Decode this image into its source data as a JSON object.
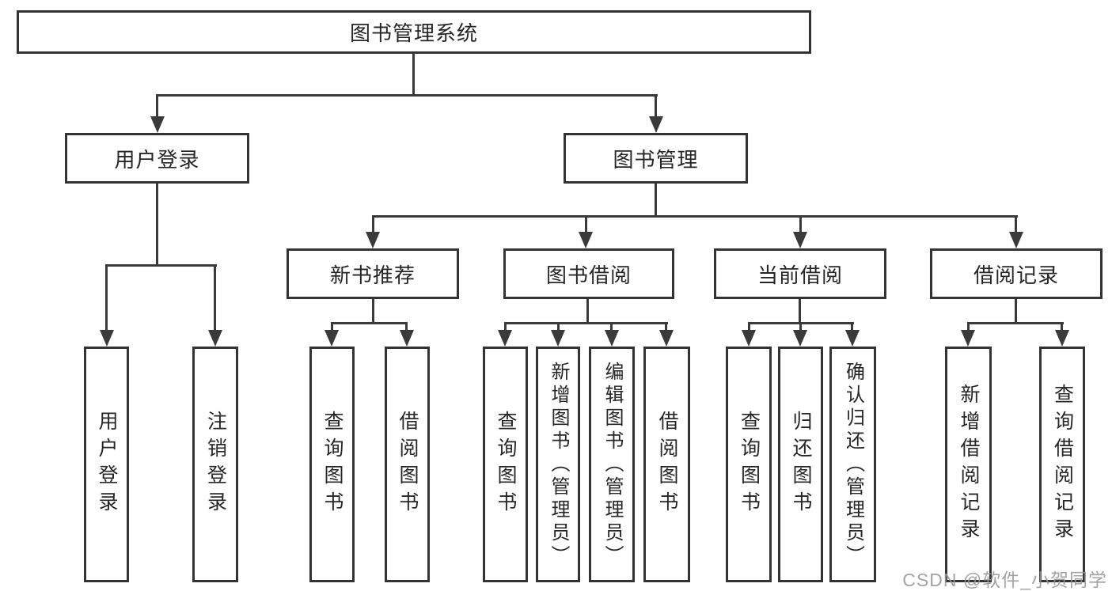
{
  "diagram": {
    "type": "hierarchy-tree",
    "root": {
      "label": "图书管理系统"
    },
    "branches": [
      {
        "label": "用户登录",
        "children": [
          {
            "label": "用户登录"
          },
          {
            "label": "注销登录"
          }
        ]
      },
      {
        "label": "图书管理",
        "children": [
          {
            "label": "新书推荐",
            "children": [
              {
                "label": "查询图书"
              },
              {
                "label": "借阅图书"
              }
            ]
          },
          {
            "label": "图书借阅",
            "children": [
              {
                "label": "查询图书"
              },
              {
                "label": "新增图书（管理员）"
              },
              {
                "label": "编辑图书（管理员）"
              },
              {
                "label": "借阅图书"
              }
            ]
          },
          {
            "label": "当前借阅",
            "children": [
              {
                "label": "查询图书"
              },
              {
                "label": "归还图书"
              },
              {
                "label": "确认归还（管理员）"
              }
            ]
          },
          {
            "label": "借阅记录",
            "children": [
              {
                "label": "新增借阅记录"
              },
              {
                "label": "查询借阅记录"
              }
            ]
          }
        ]
      }
    ]
  },
  "watermark": {
    "text": "CSDN @软件_小贺同学"
  },
  "colors": {
    "line": "#3a3a3a",
    "border": "#333333",
    "text": "#262626",
    "watermark": "#969696"
  }
}
